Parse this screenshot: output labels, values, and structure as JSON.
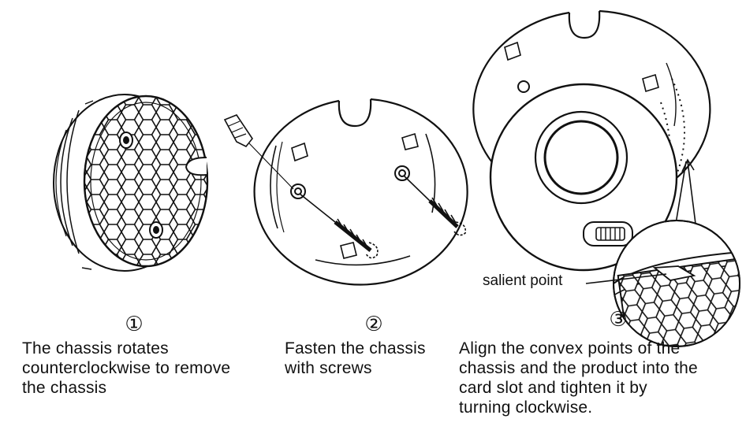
{
  "steps": [
    {
      "number": "①",
      "caption": "The chassis rotates\ncounterclockwise to remove\nthe chassis"
    },
    {
      "number": "②",
      "caption": "Fasten the chassis\nwith screws"
    },
    {
      "number": "③",
      "caption": "Align the convex points of the\nchassis and the product into the\ncard slot and tighten it by\nturning clockwise."
    }
  ],
  "callout": {
    "label": "salient point"
  },
  "colors": {
    "line": "#111111",
    "background": "#ffffff"
  },
  "icons": [
    "rotating-chassis-illustration",
    "screw-mount-illustration",
    "alignment-illustration",
    "screw-icon",
    "wall-anchor-icon"
  ]
}
